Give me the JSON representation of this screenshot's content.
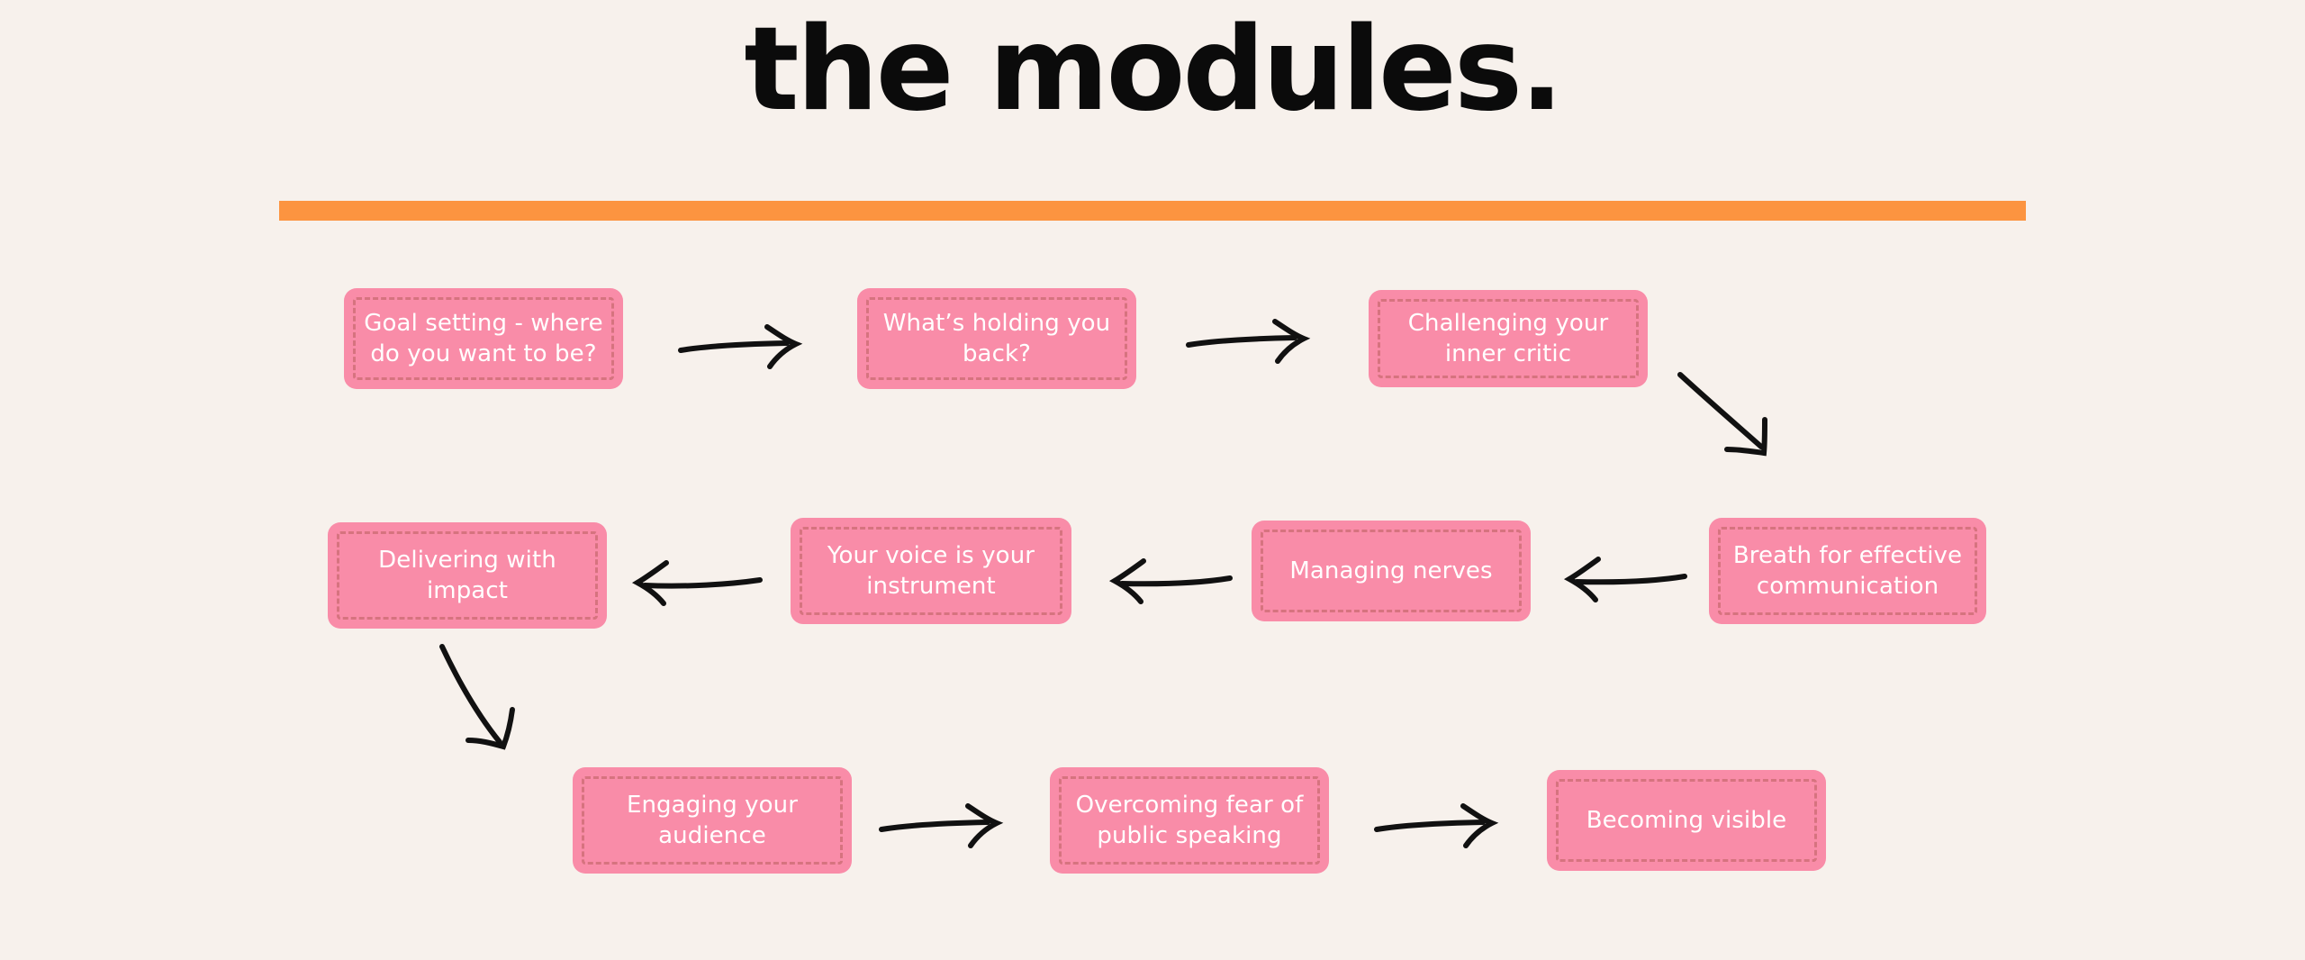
{
  "page": {
    "title": "the modules.",
    "background_color": "#F7F1EC",
    "accent_bar_color": "#FC9440",
    "box_fill_color": "#F98CA8",
    "box_dash_color": "#D6737F",
    "box_text_color": "#FFFFFF",
    "arrow_color": "#111111",
    "title_color": "#0B0B0B"
  },
  "flow": {
    "rows": [
      {
        "id": "row-1",
        "direction": "left-to-right",
        "boxes": [
          {
            "id": "module-1",
            "label": "Goal setting - where do you want to be?"
          },
          {
            "id": "module-2",
            "label": "What’s holding you back?"
          },
          {
            "id": "module-3",
            "label": "Challenging your inner critic"
          }
        ]
      },
      {
        "id": "row-2",
        "direction": "right-to-left",
        "boxes": [
          {
            "id": "module-4",
            "label": "Breath for effective communication"
          },
          {
            "id": "module-5",
            "label": "Managing nerves"
          },
          {
            "id": "module-6",
            "label": "Your voice is your instrument"
          },
          {
            "id": "module-7",
            "label": "Delivering with impact"
          }
        ]
      },
      {
        "id": "row-3",
        "direction": "left-to-right",
        "boxes": [
          {
            "id": "module-8",
            "label": "Engaging your audience"
          },
          {
            "id": "module-9",
            "label": "Overcoming fear of public speaking"
          },
          {
            "id": "module-10",
            "label": "Becoming visible"
          }
        ]
      }
    ],
    "connectors": [
      {
        "id": "arrow-1-2",
        "kind": "arrow-right-icon"
      },
      {
        "id": "arrow-2-3",
        "kind": "arrow-right-icon"
      },
      {
        "id": "arrow-3-4",
        "kind": "arrow-down-right-icon"
      },
      {
        "id": "arrow-4-5",
        "kind": "arrow-left-icon"
      },
      {
        "id": "arrow-5-6",
        "kind": "arrow-left-icon"
      },
      {
        "id": "arrow-6-7",
        "kind": "arrow-left-icon"
      },
      {
        "id": "arrow-7-8",
        "kind": "arrow-down-right-icon"
      },
      {
        "id": "arrow-8-9",
        "kind": "arrow-right-icon"
      },
      {
        "id": "arrow-9-10",
        "kind": "arrow-right-icon"
      }
    ]
  }
}
